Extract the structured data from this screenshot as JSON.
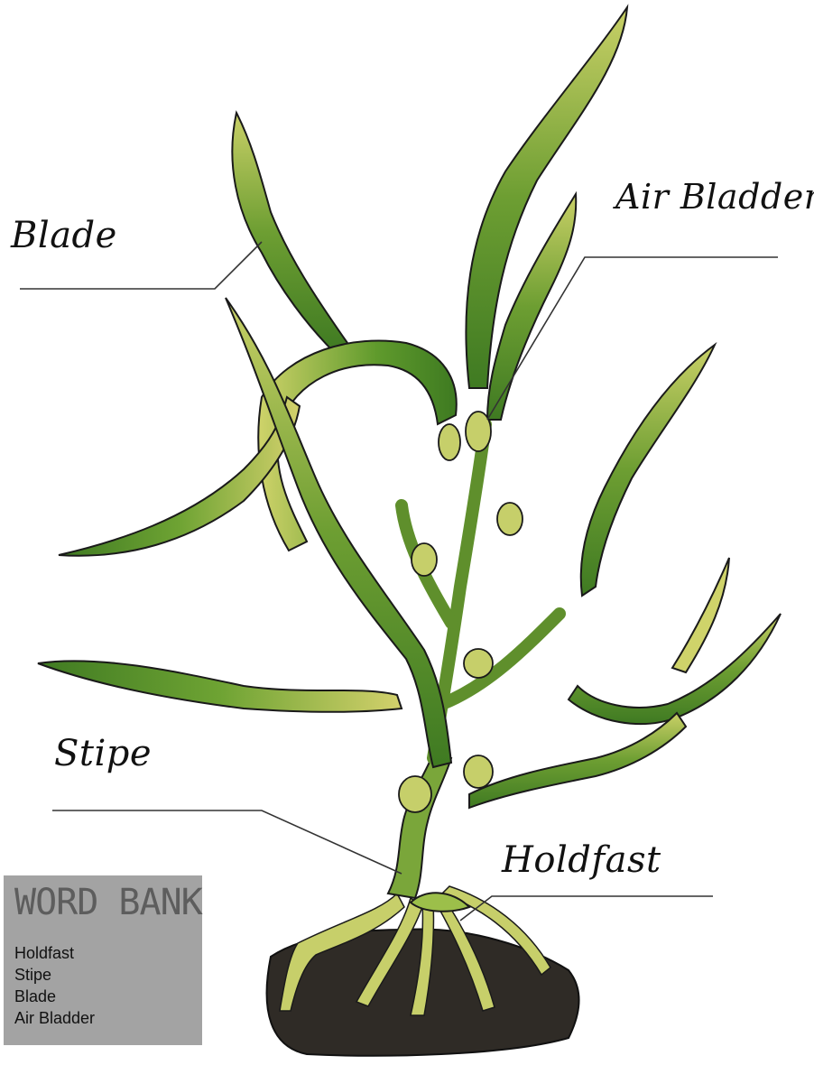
{
  "labels": {
    "blade": "Blade",
    "air_bladder": "Air Bladder",
    "stipe": "Stipe",
    "holdfast": "Holdfast"
  },
  "word_bank": {
    "title": "WORD BANK",
    "items": [
      "Holdfast",
      "Stipe",
      "Blade",
      "Air Bladder"
    ]
  },
  "colors": {
    "kelp_dark": "#3f7a22",
    "kelp_mid": "#6a9a2e",
    "kelp_light": "#cfd36a",
    "rock": "#2f2b26",
    "outline": "#1a1a1a"
  }
}
